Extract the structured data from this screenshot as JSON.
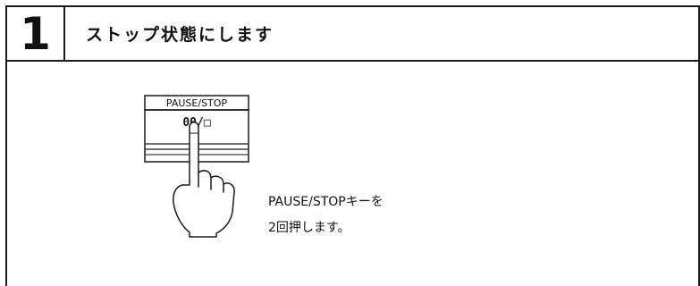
{
  "step": {
    "number": "1",
    "title": "ストップ状態にします"
  },
  "key": {
    "label": "PAUSE/STOP",
    "symbol": "00/□"
  },
  "instruction": {
    "line1": "PAUSE/STOPキーを",
    "line2": "2回押します。"
  }
}
